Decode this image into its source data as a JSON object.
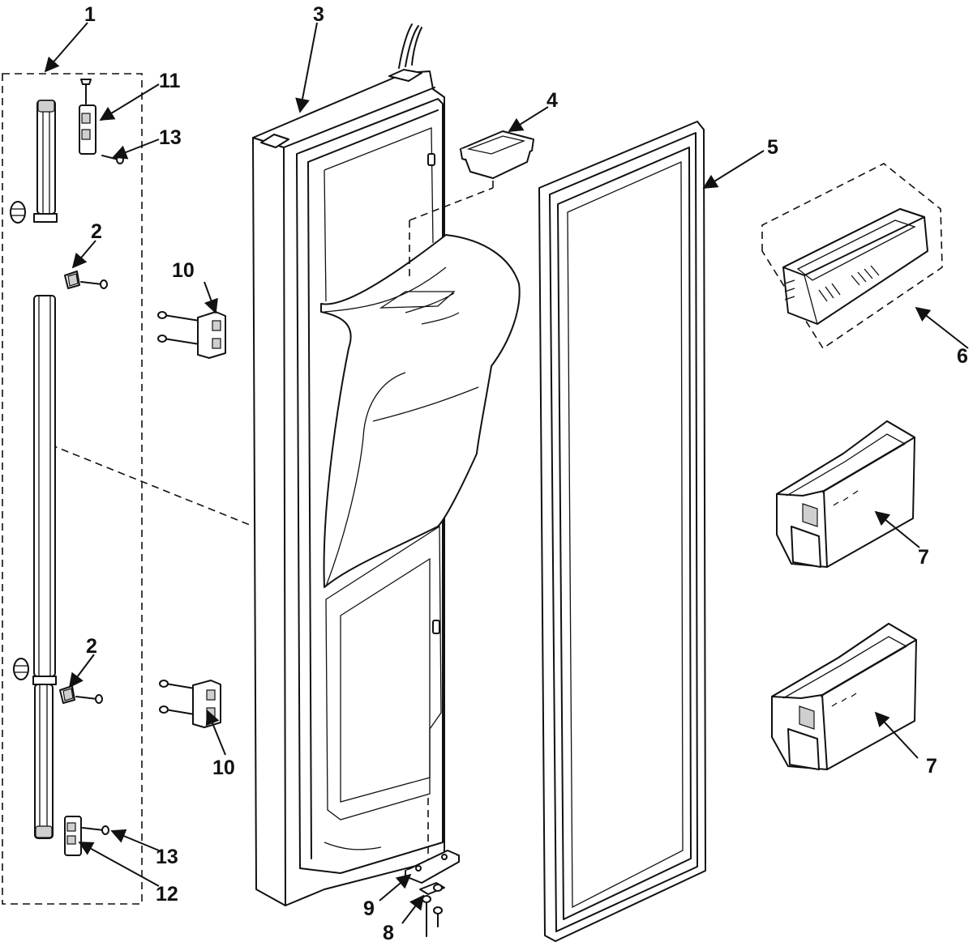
{
  "labels": {
    "p1": "1",
    "p2a": "2",
    "p2b": "2",
    "p3": "3",
    "p4": "4",
    "p5": "5",
    "p6": "6",
    "p7a": "7",
    "p7b": "7",
    "p8": "8",
    "p9": "9",
    "p10a": "10",
    "p10b": "10",
    "p11": "11",
    "p12": "12",
    "p13a": "13",
    "p13b": "13"
  },
  "colors": {
    "line": "#111111",
    "background": "#ffffff",
    "shade": "#cfcfcf"
  }
}
